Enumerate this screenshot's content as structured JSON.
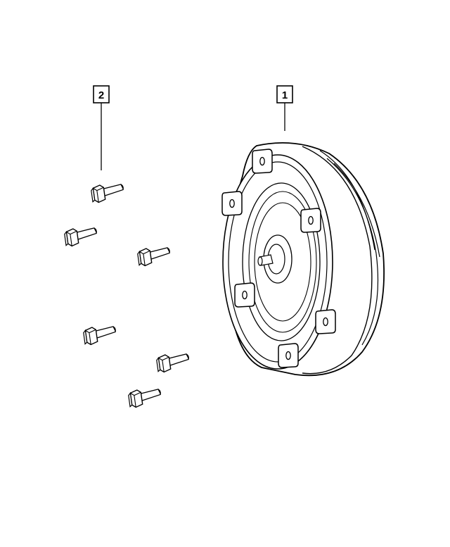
{
  "callouts": [
    {
      "label": "1",
      "part": "torque-converter"
    },
    {
      "label": "2",
      "part": "bolt"
    }
  ],
  "colors": {
    "line": "#000000",
    "background": "#ffffff"
  }
}
